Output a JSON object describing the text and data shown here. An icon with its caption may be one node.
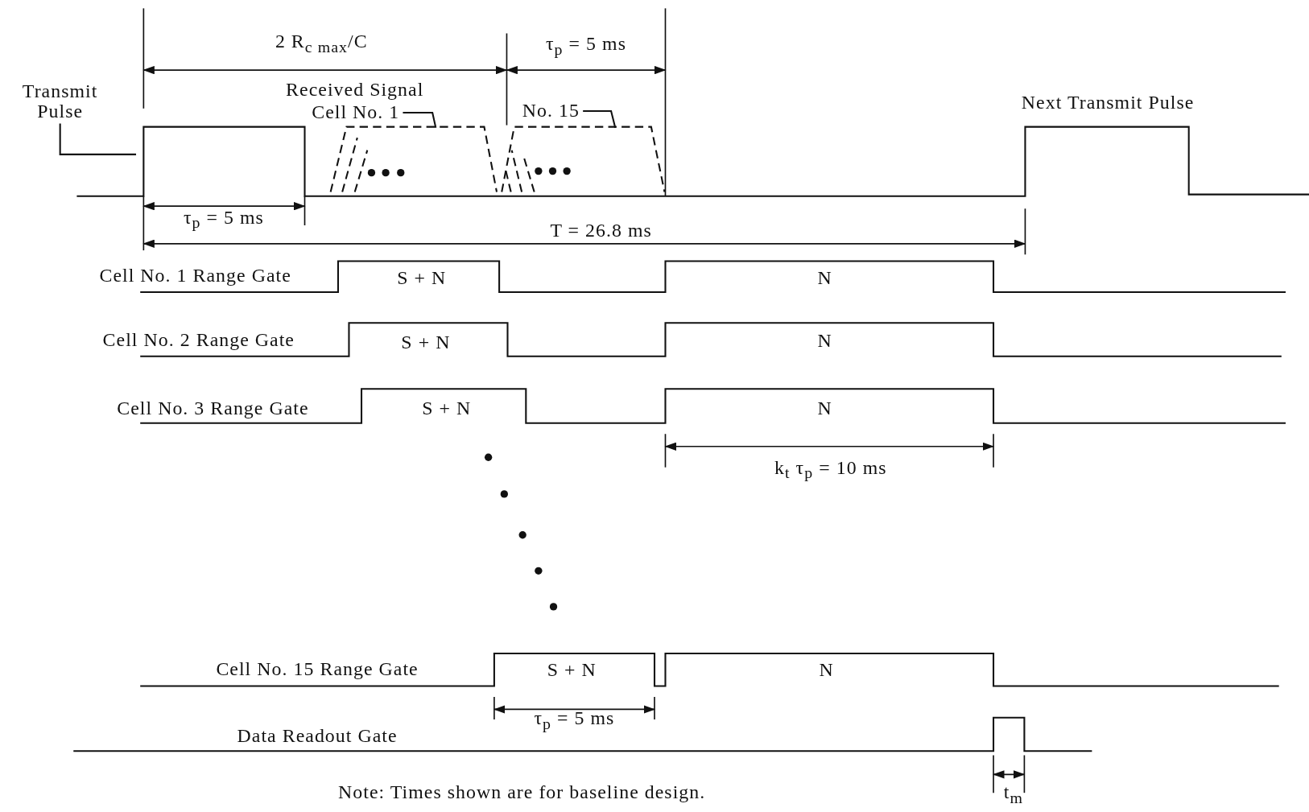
{
  "diagram": {
    "nodes": [
      {
        "text": [
          "Transmit Pulse"
        ]
      },
      {
        "text": [
          "Cell No. 1"
        ]
      },
      {
        "text": [
          "No. 15"
        ]
      },
      {
        "text": [],
        "shape": "trapezoid"
      },
      {
        "text": [],
        "shape": "trapezoid"
      }
    ],
    "edges": [
      {
        "from": 0,
        "to": null,
        "arrow": "none"
      },
      {
        "from": 1,
        "to": 3,
        "arrow": "none"
      },
      {
        "from": 2,
        "to": 4,
        "arrow": "none"
      }
    ],
    "labels": [
      "2 R$_{c max}$/C",
      "τ$_{p}$ = 5 ms",
      "Received Signal",
      "Next Transmit Pulse",
      "τ$_{p}$ = 5 ms",
      "T = 26.8 ms",
      "Cell No. 1 Range Gate",
      "S + N",
      "N",
      "Cell No. 2 Range Gate",
      "S + N",
      "N",
      "Cell No. 3 Range Gate",
      "S + N",
      "N",
      "k$_{t}$ τ$_{p}$ = 10 ms",
      "Cell No. 15 Range Gate",
      "S + N",
      "N",
      "τ$_{p}$ = 5 ms",
      "Data Readout Gate",
      "Note: Times shown are for baseline design.",
      "t$_{m}$"
    ]
  }
}
